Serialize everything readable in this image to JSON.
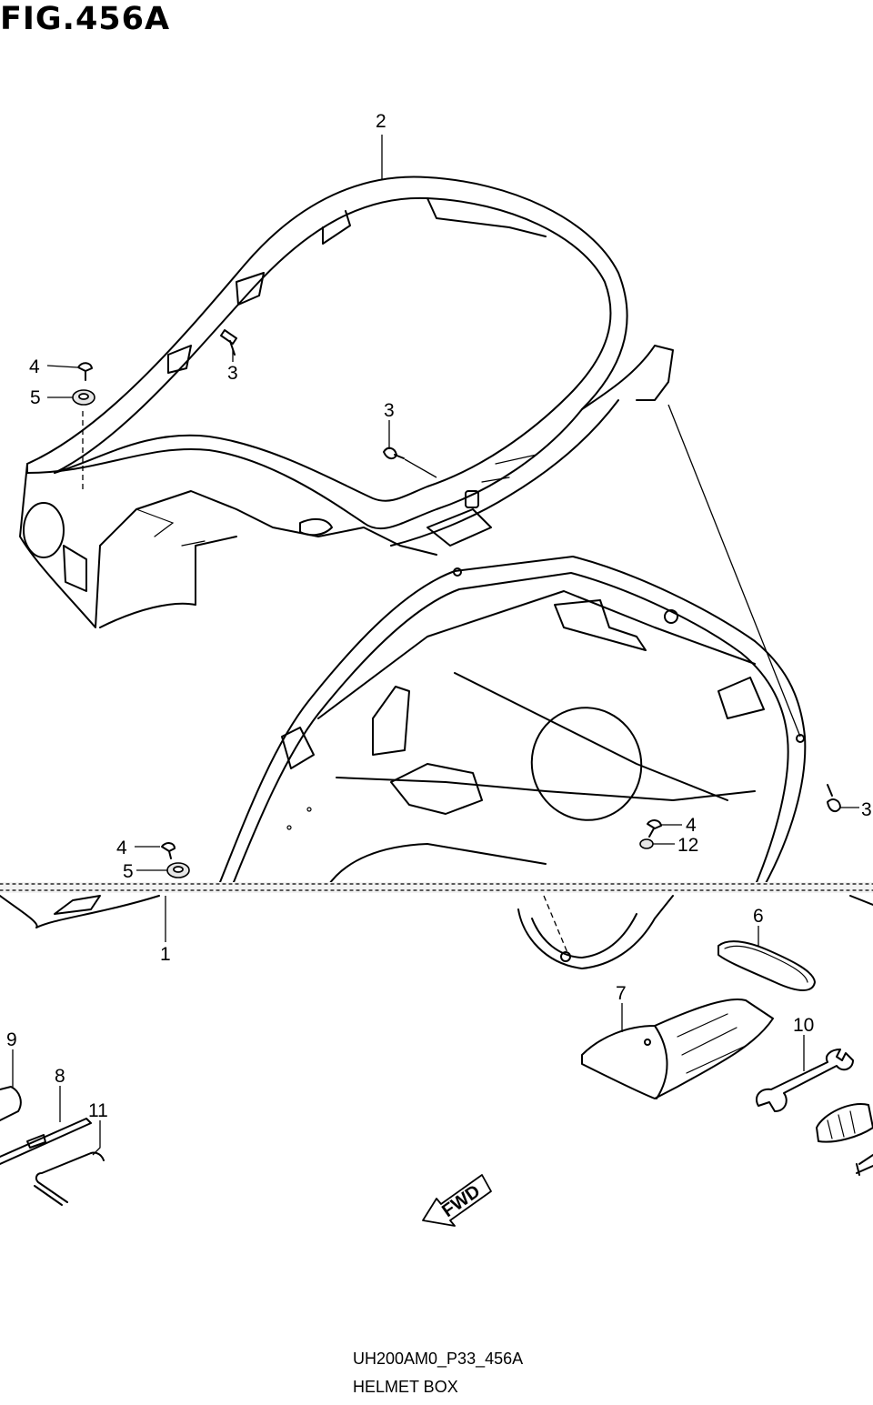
{
  "figure": {
    "title": "FIG.456A",
    "code": "UH200AM0_P33_456A",
    "caption": "HELMET BOX",
    "fwd_label": "FWD"
  },
  "callouts": [
    {
      "id": "c-2",
      "label": "2"
    },
    {
      "id": "c-3a",
      "label": "3"
    },
    {
      "id": "c-3b",
      "label": "3"
    },
    {
      "id": "c-3c",
      "label": "3"
    },
    {
      "id": "c-4a",
      "label": "4"
    },
    {
      "id": "c-5a",
      "label": "5"
    },
    {
      "id": "c-4b",
      "label": "4"
    },
    {
      "id": "c-5b",
      "label": "5"
    },
    {
      "id": "c-4c",
      "label": "4"
    },
    {
      "id": "c-12",
      "label": "12"
    },
    {
      "id": "c-1",
      "label": "1"
    },
    {
      "id": "c-6",
      "label": "6"
    },
    {
      "id": "c-7",
      "label": "7"
    },
    {
      "id": "c-10",
      "label": "10"
    },
    {
      "id": "c-9",
      "label": "9"
    },
    {
      "id": "c-8",
      "label": "8"
    },
    {
      "id": "c-11",
      "label": "11"
    }
  ]
}
